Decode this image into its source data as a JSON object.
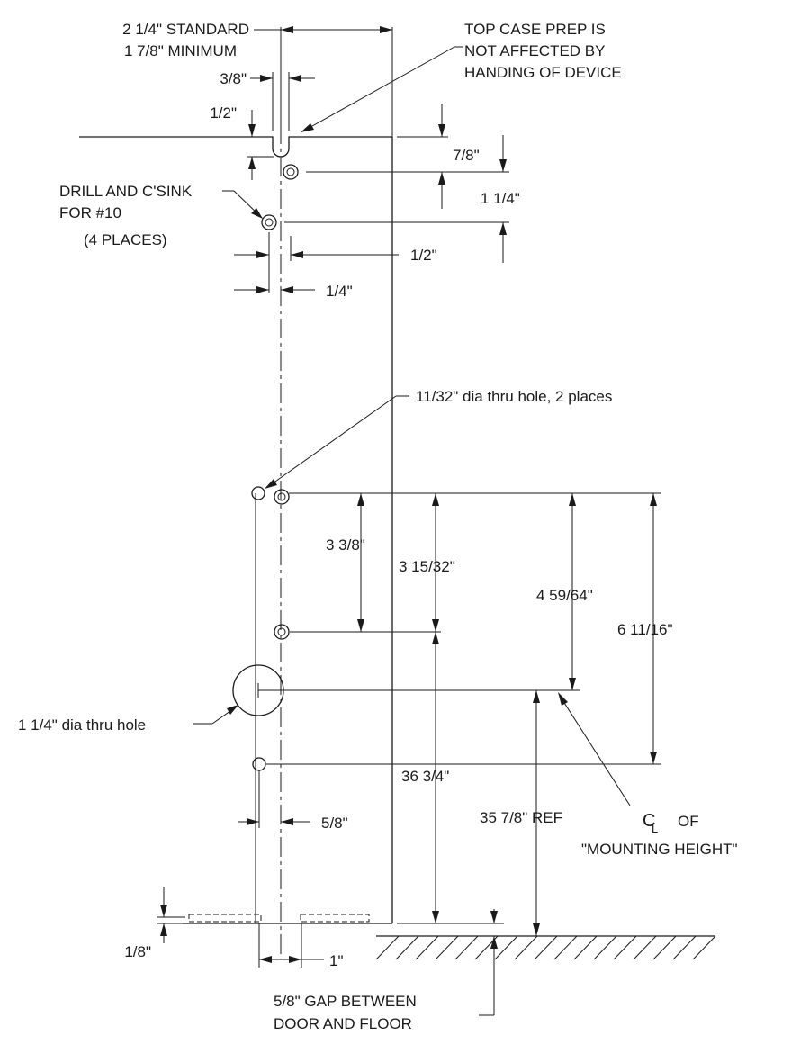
{
  "labels": {
    "door_std": "2 1/4\" STANDARD",
    "door_min": "1 7/8\" MINIMUM",
    "note_1": "TOP CASE PREP IS",
    "note_2": "NOT AFFECTED BY",
    "note_3": "HANDING OF DEVICE",
    "drill_1": "DRILL AND C'SINK",
    "drill_2": "FOR #10",
    "drill_3": "(4 PLACES)",
    "dim_3_8": "3/8\"",
    "dim_1_2_top": "1/2\"",
    "dim_7_8": "7/8\"",
    "dim_1_1_4": "1 1/4\"",
    "dim_1_2_mid": "1/2\"",
    "dim_1_4": "1/4\"",
    "hole_11_32": "11/32\" dia thru hole, 2 places",
    "dim_3_3_8": "3 3/8\"",
    "dim_3_15_32": "3 15/32\"",
    "dim_4_59_64": "4 59/64\"",
    "dim_6_11_16": "6 11/16\"",
    "hole_1_1_4": "1 1/4\" dia thru hole",
    "dim_36_3_4": "36 3/4\"",
    "dim_5_8": "5/8\"",
    "dim_35_7_8": "35 7/8\" REF",
    "cl_symbol_c": "C",
    "cl_symbol_l": "L",
    "cl_of": "OF",
    "mounting_height": "\"MOUNTING HEIGHT\"",
    "dim_1_8": "1/8\"",
    "dim_1": "1\"",
    "gap_1": "5/8\" GAP BETWEEN",
    "gap_2": "DOOR AND FLOOR"
  }
}
